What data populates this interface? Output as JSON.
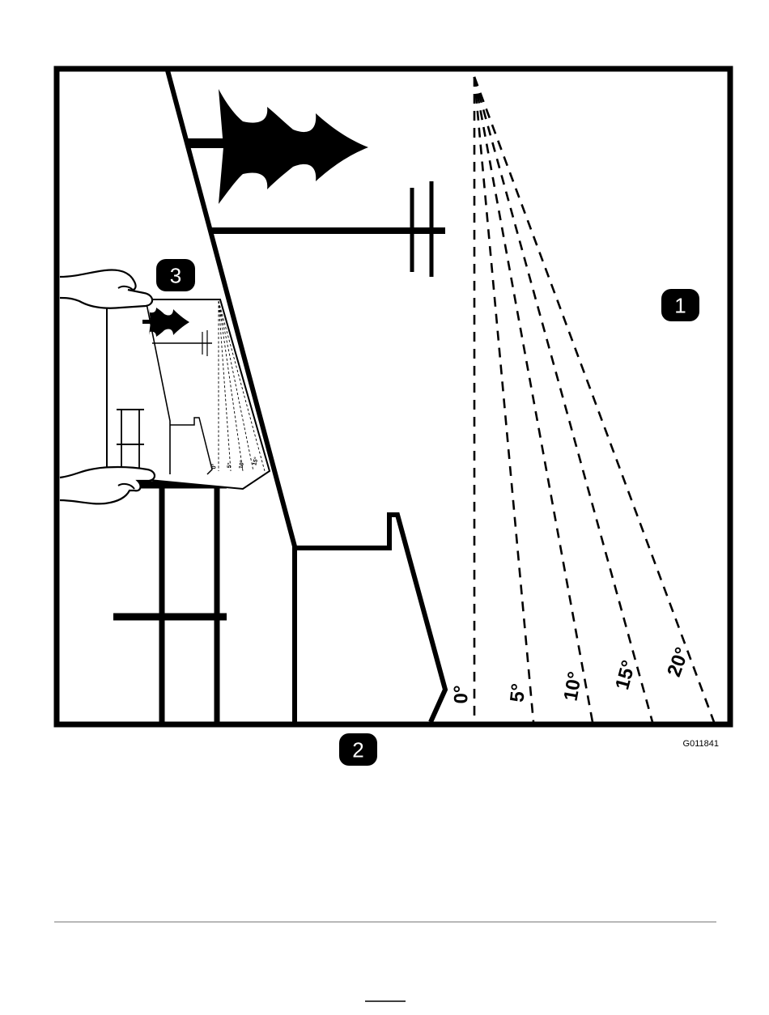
{
  "diagram": {
    "callouts": [
      "1",
      "2",
      "3"
    ],
    "angle_labels": [
      "0°",
      "5°",
      "10°",
      "15°",
      "20°"
    ],
    "figure_id": "G011841"
  }
}
